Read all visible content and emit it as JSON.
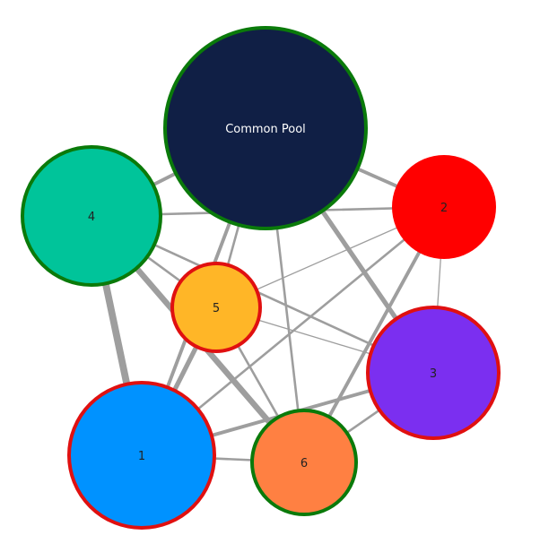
{
  "colors": {
    "edge": "#9e9e9e",
    "border_green": "#0a7a0a",
    "border_red": "#e01010"
  },
  "nodes": [
    {
      "id": "pool",
      "label": "Common Pool",
      "fill": "#101f45",
      "border": "green",
      "text_color": "#ffffff"
    },
    {
      "id": "n2",
      "label": "2",
      "fill": "#ff0000",
      "border": "none",
      "text_color": "#222222"
    },
    {
      "id": "n3",
      "label": "3",
      "fill": "#7b2ff0",
      "border": "red",
      "text_color": "#222222"
    },
    {
      "id": "n4",
      "label": "4",
      "fill": "#00c49a",
      "border": "green",
      "text_color": "#222222"
    },
    {
      "id": "n5",
      "label": "5",
      "fill": "#ffb627",
      "border": "red",
      "text_color": "#222222"
    },
    {
      "id": "n1",
      "label": "1",
      "fill": "#0092ff",
      "border": "red",
      "text_color": "#222222"
    },
    {
      "id": "n6",
      "label": "6",
      "fill": "#ff8042",
      "border": "green",
      "text_color": "#222222"
    }
  ],
  "edges": [
    {
      "from": "pool",
      "to": "n4",
      "weight": 3
    },
    {
      "from": "pool",
      "to": "n2",
      "weight": 3
    },
    {
      "from": "pool",
      "to": "n5",
      "weight": 2
    },
    {
      "from": "pool",
      "to": "n1",
      "weight": 3
    },
    {
      "from": "pool",
      "to": "n6",
      "weight": 2
    },
    {
      "from": "pool",
      "to": "n3",
      "weight": 4
    },
    {
      "from": "n4",
      "to": "n2",
      "weight": 2
    },
    {
      "from": "n4",
      "to": "n5",
      "weight": 2
    },
    {
      "from": "n4",
      "to": "n1",
      "weight": 6
    },
    {
      "from": "n4",
      "to": "n6",
      "weight": 5
    },
    {
      "from": "n4",
      "to": "n3",
      "weight": 2
    },
    {
      "from": "n2",
      "to": "n5",
      "weight": 1
    },
    {
      "from": "n2",
      "to": "n3",
      "weight": 1
    },
    {
      "from": "n2",
      "to": "n1",
      "weight": 2
    },
    {
      "from": "n2",
      "to": "n6",
      "weight": 3
    },
    {
      "from": "n5",
      "to": "n3",
      "weight": 1
    },
    {
      "from": "n5",
      "to": "n1",
      "weight": 4
    },
    {
      "from": "n5",
      "to": "n6",
      "weight": 2
    },
    {
      "from": "n1",
      "to": "n3",
      "weight": 3
    },
    {
      "from": "n1",
      "to": "n6",
      "weight": 2
    },
    {
      "from": "n6",
      "to": "n3",
      "weight": 2
    }
  ]
}
